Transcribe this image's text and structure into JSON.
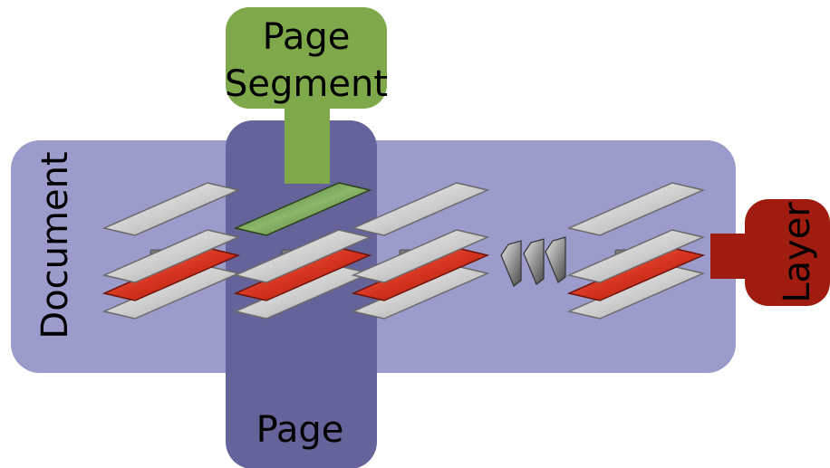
{
  "labels": {
    "document": "Document",
    "page": "Page",
    "page_segment_line1": "Page",
    "page_segment_line2": "Segment",
    "layer": "Layer"
  },
  "colors": {
    "document_fill": "#9B9BCC",
    "page_fill": "#64649A",
    "segment_fill": "#7FA84A",
    "layer_fill": "#A01C10",
    "sheet_gray": "#D2D2D2",
    "sheet_red": "#D5331F",
    "sheet_green": "#4E6E2E"
  },
  "stacks": [
    {
      "id": "page-1",
      "top_sheet": "gray"
    },
    {
      "id": "page-2",
      "top_sheet": "green"
    },
    {
      "id": "page-3",
      "top_sheet": "gray"
    },
    {
      "id": "page-n",
      "top_sheet": "gray"
    }
  ],
  "ellipsis_icon": "three-stacked-pages-ellipsis"
}
